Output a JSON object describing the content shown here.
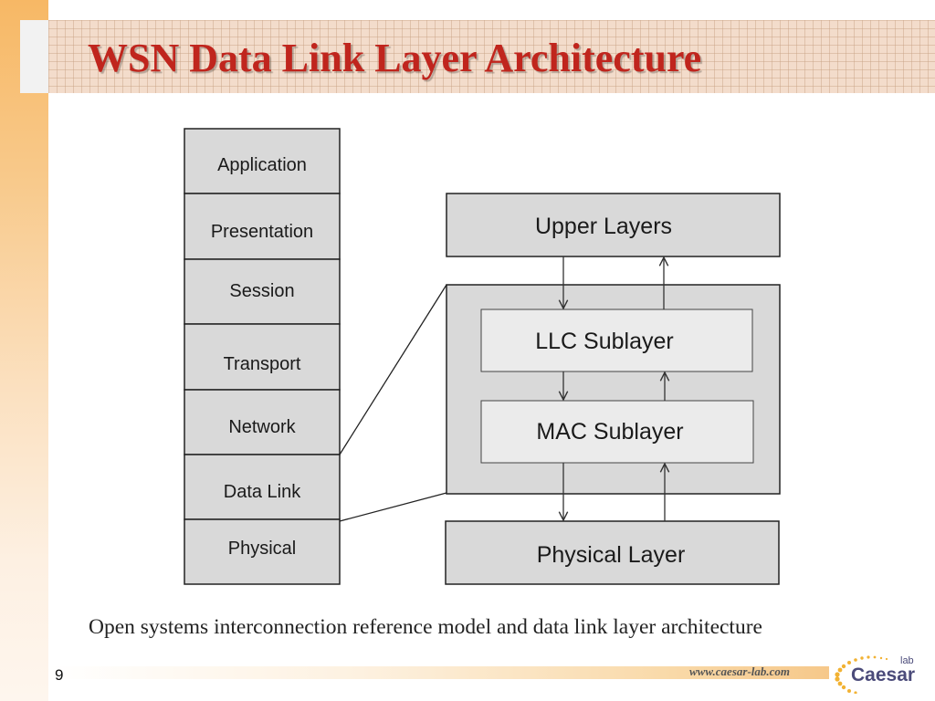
{
  "slide": {
    "title": "WSN Data Link Layer Architecture",
    "caption": "Open systems interconnection reference model and data link layer architecture",
    "page_number": "9"
  },
  "osi_stack": [
    "Application",
    "Presentation",
    "Session",
    "Transport",
    "Network",
    "Data Link",
    "Physical"
  ],
  "dll": {
    "upper": "Upper Layers",
    "llc": "LLC Sublayer",
    "mac": "MAC Sublayer",
    "physical": "Physical Layer"
  },
  "footer": {
    "website": "www.caesar-lab.com",
    "logo_word": "Caesar",
    "logo_small": "lab"
  },
  "colors": {
    "title_red": "#c0251d",
    "box_fill": "#d9d9d9",
    "sublayer_fill": "#ebebeb",
    "stroke": "#222222"
  }
}
